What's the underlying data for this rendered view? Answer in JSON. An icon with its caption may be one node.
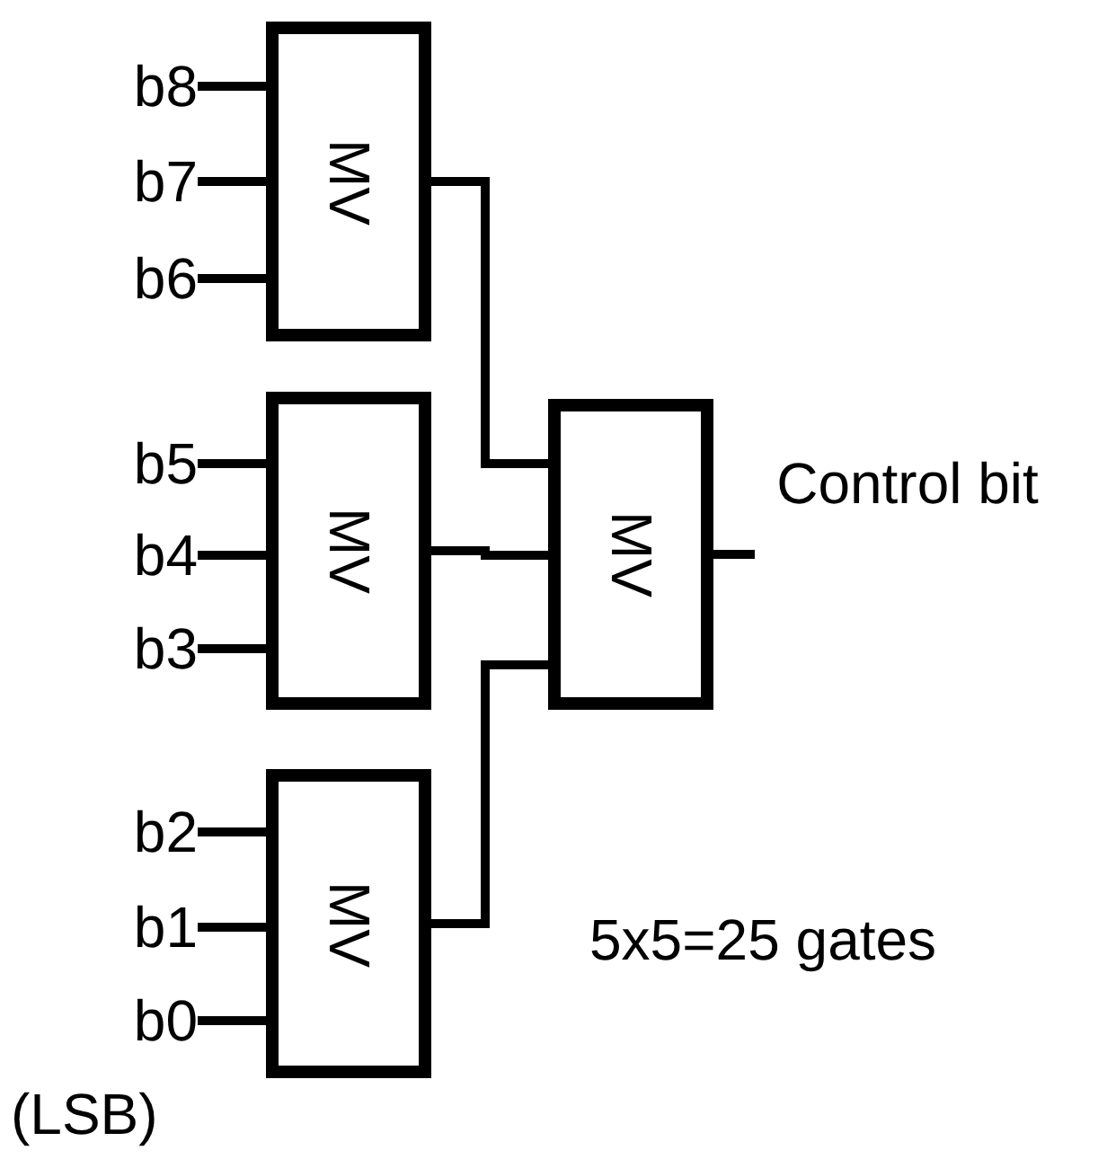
{
  "diagram": {
    "nodes": [
      {
        "text": [
          "b8"
        ]
      },
      {
        "text": [
          "b7"
        ]
      },
      {
        "text": [
          "b6"
        ]
      },
      {
        "text": [
          "MV"
        ]
      },
      {
        "text": [
          "b5"
        ]
      },
      {
        "text": [
          "b4"
        ]
      },
      {
        "text": [
          "b3"
        ]
      },
      {
        "text": [
          "MV"
        ]
      },
      {
        "text": [
          "b2"
        ]
      },
      {
        "text": [
          "b1"
        ]
      },
      {
        "text": [
          "b0"
        ],
        "beside": [
          "(LSB)"
        ]
      },
      {
        "text": [
          "MV"
        ]
      },
      {
        "text": [
          "MV"
        ]
      },
      {
        "text": [
          "Control bit"
        ]
      }
    ],
    "edges": [
      {
        "from": 0,
        "to": 3,
        "arrow": "none"
      },
      {
        "from": 1,
        "to": 3,
        "arrow": "none"
      },
      {
        "from": 2,
        "to": 3,
        "arrow": "none"
      },
      {
        "from": 4,
        "to": 7,
        "arrow": "none"
      },
      {
        "from": 5,
        "to": 7,
        "arrow": "none"
      },
      {
        "from": 6,
        "to": 7,
        "arrow": "none"
      },
      {
        "from": 8,
        "to": 11,
        "arrow": "none"
      },
      {
        "from": 9,
        "to": 11,
        "arrow": "none"
      },
      {
        "from": 10,
        "to": 11,
        "arrow": "none"
      },
      {
        "from": 3,
        "to": 12,
        "arrow": "none"
      },
      {
        "from": 7,
        "to": 12,
        "arrow": "none"
      },
      {
        "from": 11,
        "to": 12,
        "arrow": "none"
      },
      {
        "from": 12,
        "to": 13,
        "arrow": "none"
      }
    ],
    "labels": [
      "5x5=25 gates"
    ]
  }
}
